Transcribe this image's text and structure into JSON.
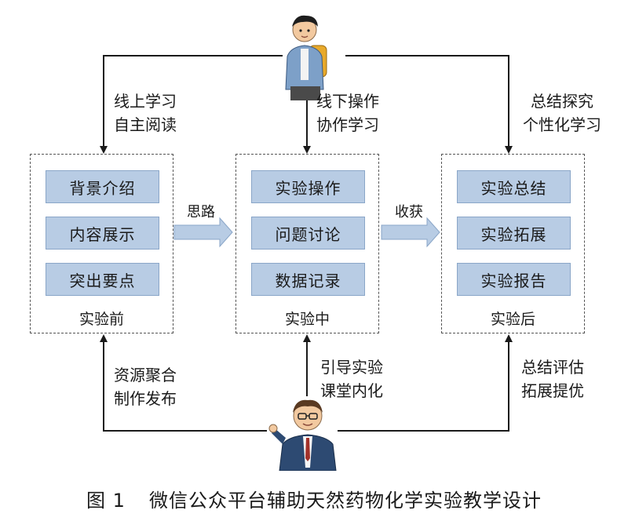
{
  "stages": [
    {
      "label": "实验前",
      "items": [
        "背景介绍",
        "内容展示",
        "突出要点"
      ]
    },
    {
      "label": "实验中",
      "items": [
        "实验操作",
        "问题讨论",
        "数据记录"
      ]
    },
    {
      "label": "实验后",
      "items": [
        "实验总结",
        "实验拓展",
        "实验报告"
      ]
    }
  ],
  "transitions": {
    "left_to_mid": "思路",
    "mid_to_right": "收获"
  },
  "student_notes": {
    "left": [
      "线上学习",
      "自主阅读"
    ],
    "mid": [
      "线下操作",
      "协作学习"
    ],
    "right": [
      "总结探究",
      "个性化学习"
    ]
  },
  "teacher_notes": {
    "left": [
      "资源聚合",
      "制作发布"
    ],
    "mid": [
      "引导实验",
      "课堂内化"
    ],
    "right": [
      "总结评估",
      "拓展提优"
    ]
  },
  "caption": {
    "figure_no": "图 1",
    "title": "微信公众平台辅助天然药物化学实验教学设计"
  },
  "colors": {
    "item_fill": "#b8cce4",
    "arrow_fill": "#b8cce4",
    "line": "#1a1a1a"
  }
}
